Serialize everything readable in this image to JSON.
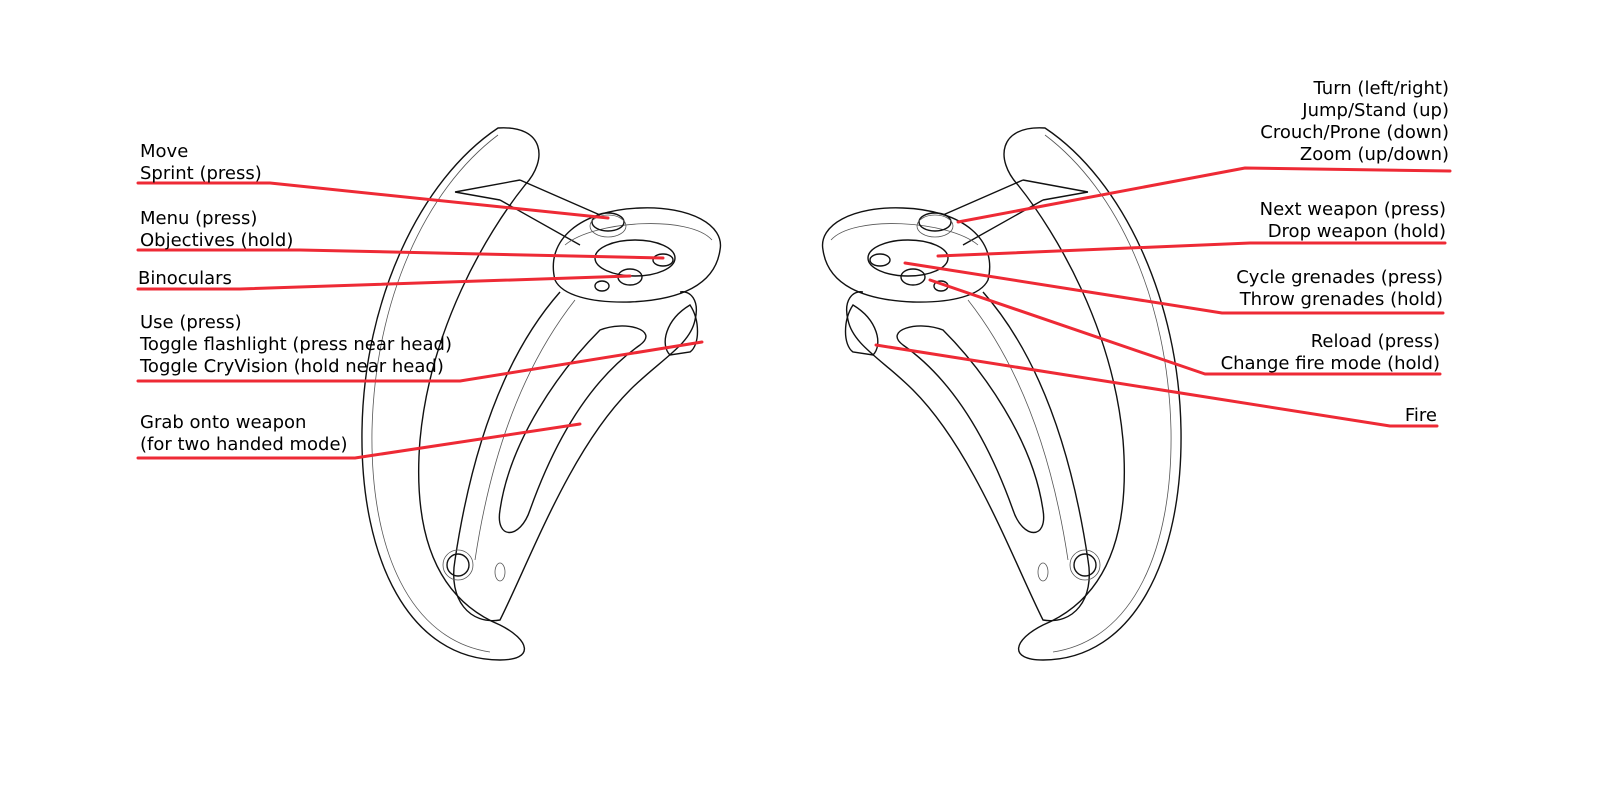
{
  "accent_color": "#ee2a35",
  "left_controller": {
    "labels": [
      {
        "id": "thumbstick",
        "lines": [
          "Move",
          "Sprint (press)"
        ]
      },
      {
        "id": "menu-button",
        "lines": [
          "Menu (press)",
          "Objectives (hold)"
        ]
      },
      {
        "id": "y-button",
        "lines": [
          "Binoculars"
        ]
      },
      {
        "id": "trigger",
        "lines": [
          "Use (press)",
          "Toggle flashlight (press near head)",
          "Toggle CryVision (hold near head)"
        ]
      },
      {
        "id": "grip",
        "lines": [
          "Grab onto weapon",
          "(for two handed mode)"
        ]
      }
    ]
  },
  "right_controller": {
    "labels": [
      {
        "id": "thumbstick",
        "lines": [
          "Turn (left/right)",
          "Jump/Stand (up)",
          "Crouch/Prone (down)",
          "Zoom (up/down)"
        ]
      },
      {
        "id": "b-button",
        "lines": [
          "Next weapon (press)",
          "Drop weapon (hold)"
        ]
      },
      {
        "id": "menu-button",
        "lines": [
          "Cycle grenades (press)",
          "Throw grenades (hold)"
        ]
      },
      {
        "id": "a-button",
        "lines": [
          "Reload (press)",
          "Change fire mode (hold)"
        ]
      },
      {
        "id": "trigger",
        "lines": [
          "Fire"
        ]
      }
    ]
  }
}
